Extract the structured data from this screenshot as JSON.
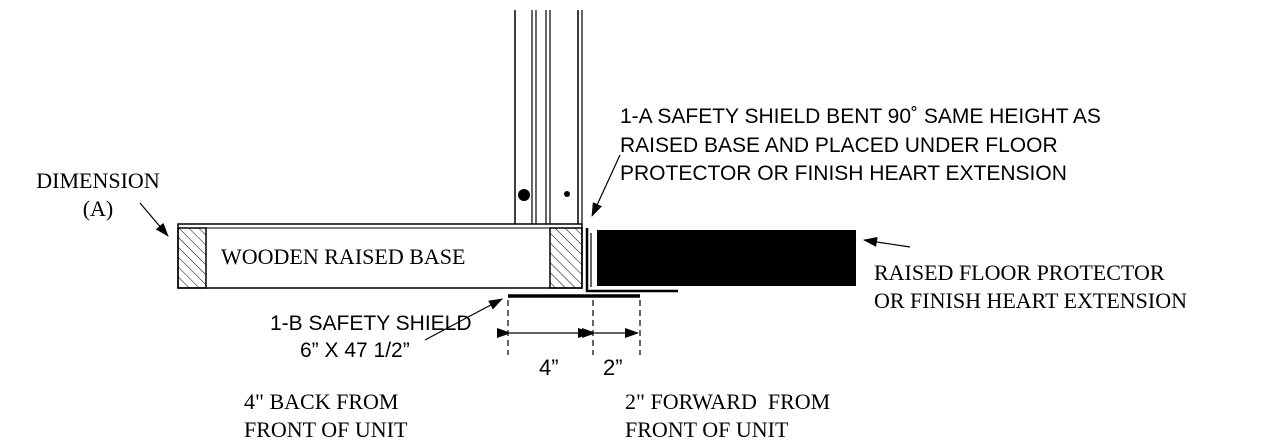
{
  "labels": {
    "dimension_line1": "DIMENSION",
    "dimension_line2": "(A)",
    "wooden_base": "WOODEN RAISED BASE",
    "shield_1a_line1": "1-A SAFETY SHIELD BENT 90˚ SAME HEIGHT AS",
    "shield_1a_line2": "RAISED BASE AND PLACED UNDER FLOOR",
    "shield_1a_line3": "PROTECTOR OR FINISH HEART EXTENSION",
    "floor_protector_line1": "RAISED FLOOR PROTECTOR",
    "floor_protector_line2": "OR FINISH HEART EXTENSION",
    "shield_1b_line1": "1-B SAFETY SHIELD",
    "shield_1b_line2": "6” X 47 1/2”",
    "dim_back": "4”",
    "dim_forward": "2”",
    "back_line1": "4\" BACK FROM",
    "back_line2": "FRONT OF UNIT",
    "forward_line1": "2\" FORWARD  FROM",
    "forward_line2": "FRONT OF UNIT"
  }
}
